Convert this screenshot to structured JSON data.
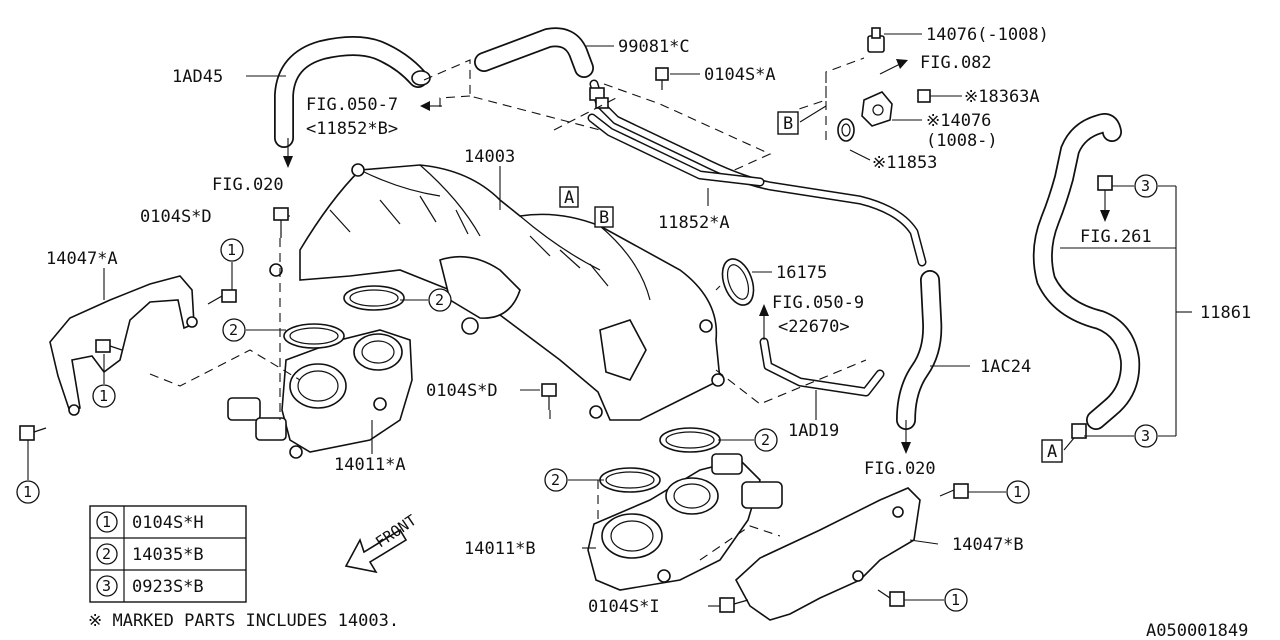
{
  "labels": {
    "hose_1ad45": "1AD45",
    "fig_050_7": "FIG.050-7",
    "ref_11852b": "<11852*B>",
    "fig_020_top": "FIG.020",
    "bolt_0104s_d_top": "0104S*D",
    "bracket_14047a": "14047*A",
    "manifold_14003": "14003",
    "hose_99081c": "99081*C",
    "bolt_0104s_a": "0104S*A",
    "pipe_11852a": "11852*A",
    "connector_14076_top": "14076(-1008)",
    "fig_082": "FIG.082",
    "bolt_18363a": "※18363A",
    "connector_14076_mid": "※14076",
    "connector_14076_range": "(1008-)",
    "gasket_11853": "※11853",
    "clamp_16175": "16175",
    "fig_050_9": "FIG.050-9",
    "ref_22670": "<22670>",
    "pipe_1ad19": "1AD19",
    "hose_1ac24": "1AC24",
    "fig_020_bottom": "FIG.020",
    "bolt_0104s_d_mid": "0104S*D",
    "throttle_14011a": "14011*A",
    "throttle_14011b": "14011*B",
    "bracket_14047b": "14047*B",
    "bolt_0104s_i": "0104S*I",
    "fig_261": "FIG.261",
    "hose_11861": "11861",
    "front": "FRONT",
    "diagram_id": "A050001849"
  },
  "callouts": {
    "one": "1",
    "two": "2",
    "three": "3"
  },
  "box_markers": {
    "a": "A",
    "b": "B"
  },
  "legend": {
    "rows": [
      {
        "num": "1",
        "part": "0104S*H"
      },
      {
        "num": "2",
        "part": "14035*B"
      },
      {
        "num": "3",
        "part": "0923S*B"
      }
    ]
  },
  "footnote": "※ MARKED PARTS INCLUDES 14003."
}
